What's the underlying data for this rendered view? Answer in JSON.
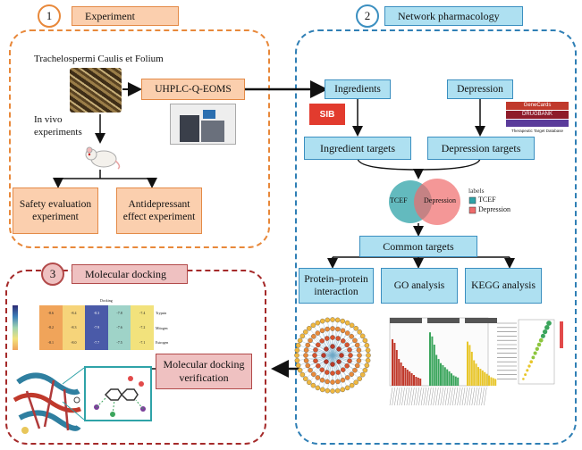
{
  "section1": {
    "number": "1",
    "title": "Experiment"
  },
  "section2": {
    "number": "2",
    "title": "Network pharmacology"
  },
  "section3": {
    "number": "3",
    "title": "Molecular docking"
  },
  "experiment": {
    "plant_label": "Trachelospermi Caulis et Folium",
    "uhplc": "UHPLC-Q-EOMS",
    "in_vivo": "In vivo experiments",
    "safety": "Safety evaluation experiment",
    "antidep": "Antidepressant effect experiment"
  },
  "network": {
    "ingredients": "Ingredients",
    "depression": "Depression",
    "ingredient_targets": "Ingredient targets",
    "depression_targets": "Depression targets",
    "venn": {
      "left": "TCEF",
      "right": "Depression",
      "legend_title": "labels",
      "legend": [
        "TCEF",
        "Depression"
      ],
      "colors": [
        "#2fa3a8",
        "#ef6b6b"
      ]
    },
    "common_targets": "Common targets",
    "ppi": "Protein–protein interaction",
    "go": "GO analysis",
    "kegg": "KEGG analysis",
    "logos": {
      "sib": "SIB",
      "genecards": "GeneCards",
      "drugbank": "DRUGBANK",
      "ttd": "Therapeutic Target Database"
    }
  },
  "docking": {
    "verification": "Molecular docking verification",
    "heatmap_title": "Docking",
    "heatmap_rows": [
      "Trypsin",
      "Mitogen",
      "Estrogen"
    ],
    "heatmap_values": [
      [
        "-8.6",
        "-8.4",
        "-8.3",
        "-7.8",
        "-7.4"
      ],
      [
        "-8.2",
        "-8.3",
        "-7.9",
        "-7.6",
        "-7.2"
      ],
      [
        "-8.1",
        "-8.0",
        "-7.7",
        "-7.5",
        "-7.1"
      ]
    ]
  }
}
